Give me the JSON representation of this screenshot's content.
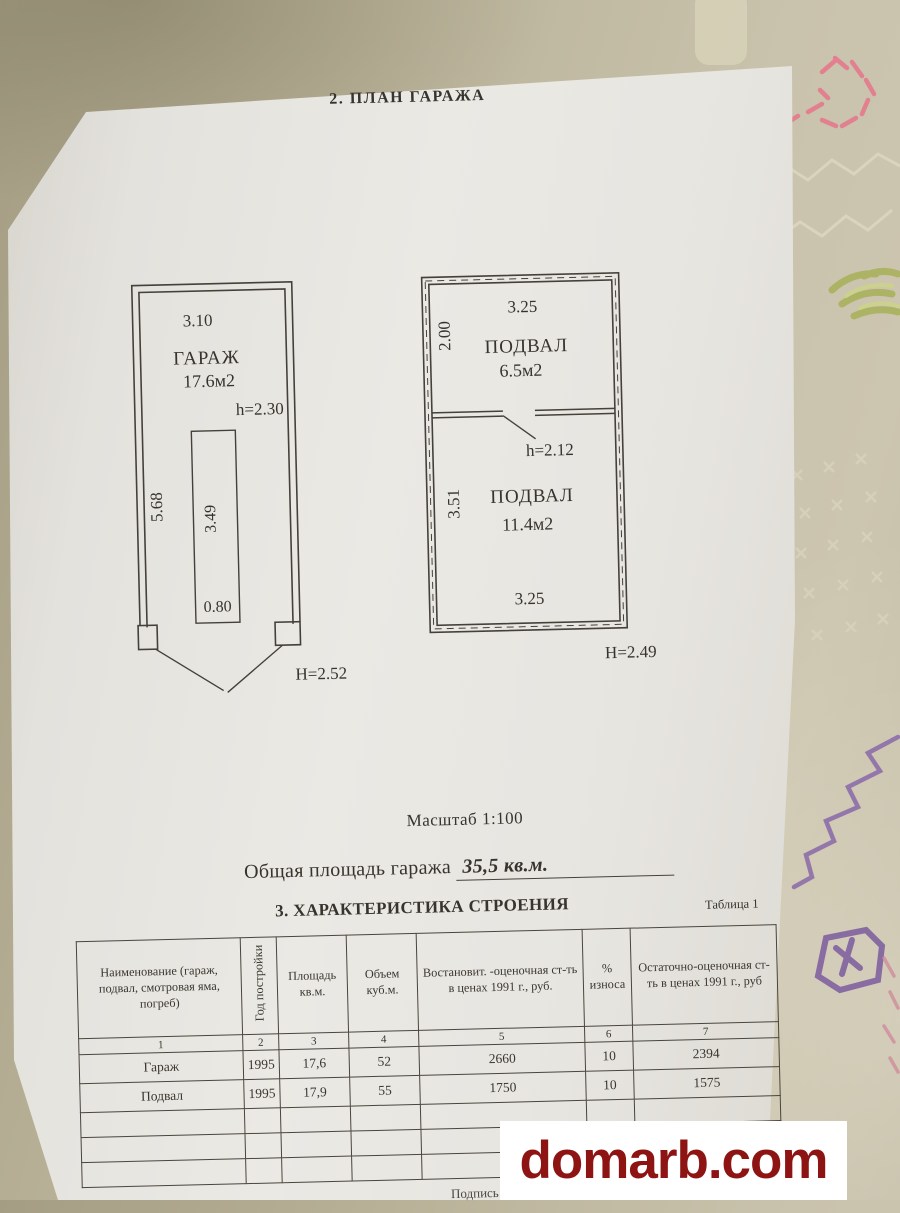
{
  "document": {
    "title": "2. ПЛАН  ГАРАЖА",
    "scale_label": "Масштаб 1:100",
    "total_area_label": "Общая площадь гаража",
    "total_area_value": "35,5 кв.м.",
    "section3_title": "3. ХАРАКТЕРИСТИКА СТРОЕНИЯ",
    "table_caption": "Таблица 1",
    "signature_partial": "Подпись"
  },
  "plans": {
    "garage": {
      "name": "ГАРАЖ",
      "area": "17.6м2",
      "width_dim": "3.10",
      "side_dim": "5.68",
      "ceiling_height": "h=2.30",
      "pit_length": "3.49",
      "pit_width": "0.80",
      "gate_height": "Н=2.52"
    },
    "basement_upper": {
      "name": "ПОДВАЛ",
      "area": "6.5м2",
      "width_dim": "3.25",
      "depth_dim": "2.00",
      "ceiling_height": "h=2.12"
    },
    "basement_lower": {
      "name": "ПОДВАЛ",
      "area": "11.4м2",
      "width_dim": "3.25",
      "depth_dim": "3.51",
      "overall_height": "Н=2.49"
    }
  },
  "table": {
    "headers": [
      "Наименование (гараж, подвал, смотровая яма, погреб)",
      "Год постройки",
      "Площадь кв.м.",
      "Объем куб.м.",
      "Востановит. -оценочная ст-ть в ценах 1991 г., руб.",
      "% износа",
      "Остаточно-оценочная ст-ть в ценах 1991 г., руб"
    ],
    "column_numbers": [
      "1",
      "2",
      "3",
      "4",
      "5",
      "6",
      "7"
    ],
    "rows": [
      [
        "Гараж",
        "1995",
        "17,6",
        "52",
        "2660",
        "10",
        "2394"
      ],
      [
        "Подвал",
        "1995",
        "17,9",
        "55",
        "1750",
        "10",
        "1575"
      ]
    ]
  },
  "watermark": {
    "text": "domarb.com",
    "color": "#8e1414"
  },
  "colors": {
    "fabric": "#bdb69d",
    "page": "#e8e6e1",
    "ink": "#37332d",
    "embroidery_pink": "#e4798c",
    "embroidery_purple": "#8a68a8",
    "embroidery_green": "#b8bc62"
  }
}
